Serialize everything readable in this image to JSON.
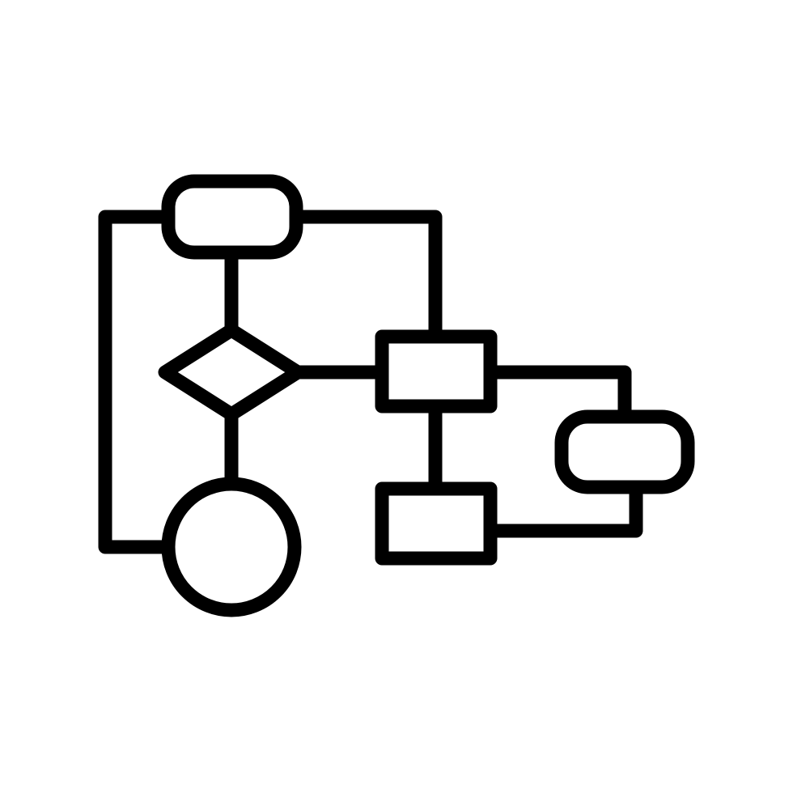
{
  "icon": {
    "name": "flowchart-icon",
    "style": "outline",
    "stroke_color": "#000000",
    "background_color": "#ffffff",
    "shapes": [
      "terminal-rounded-rect-top",
      "decision-diamond",
      "circle-connector",
      "process-rect-middle",
      "process-rect-bottom",
      "terminal-rounded-rect-right"
    ]
  }
}
